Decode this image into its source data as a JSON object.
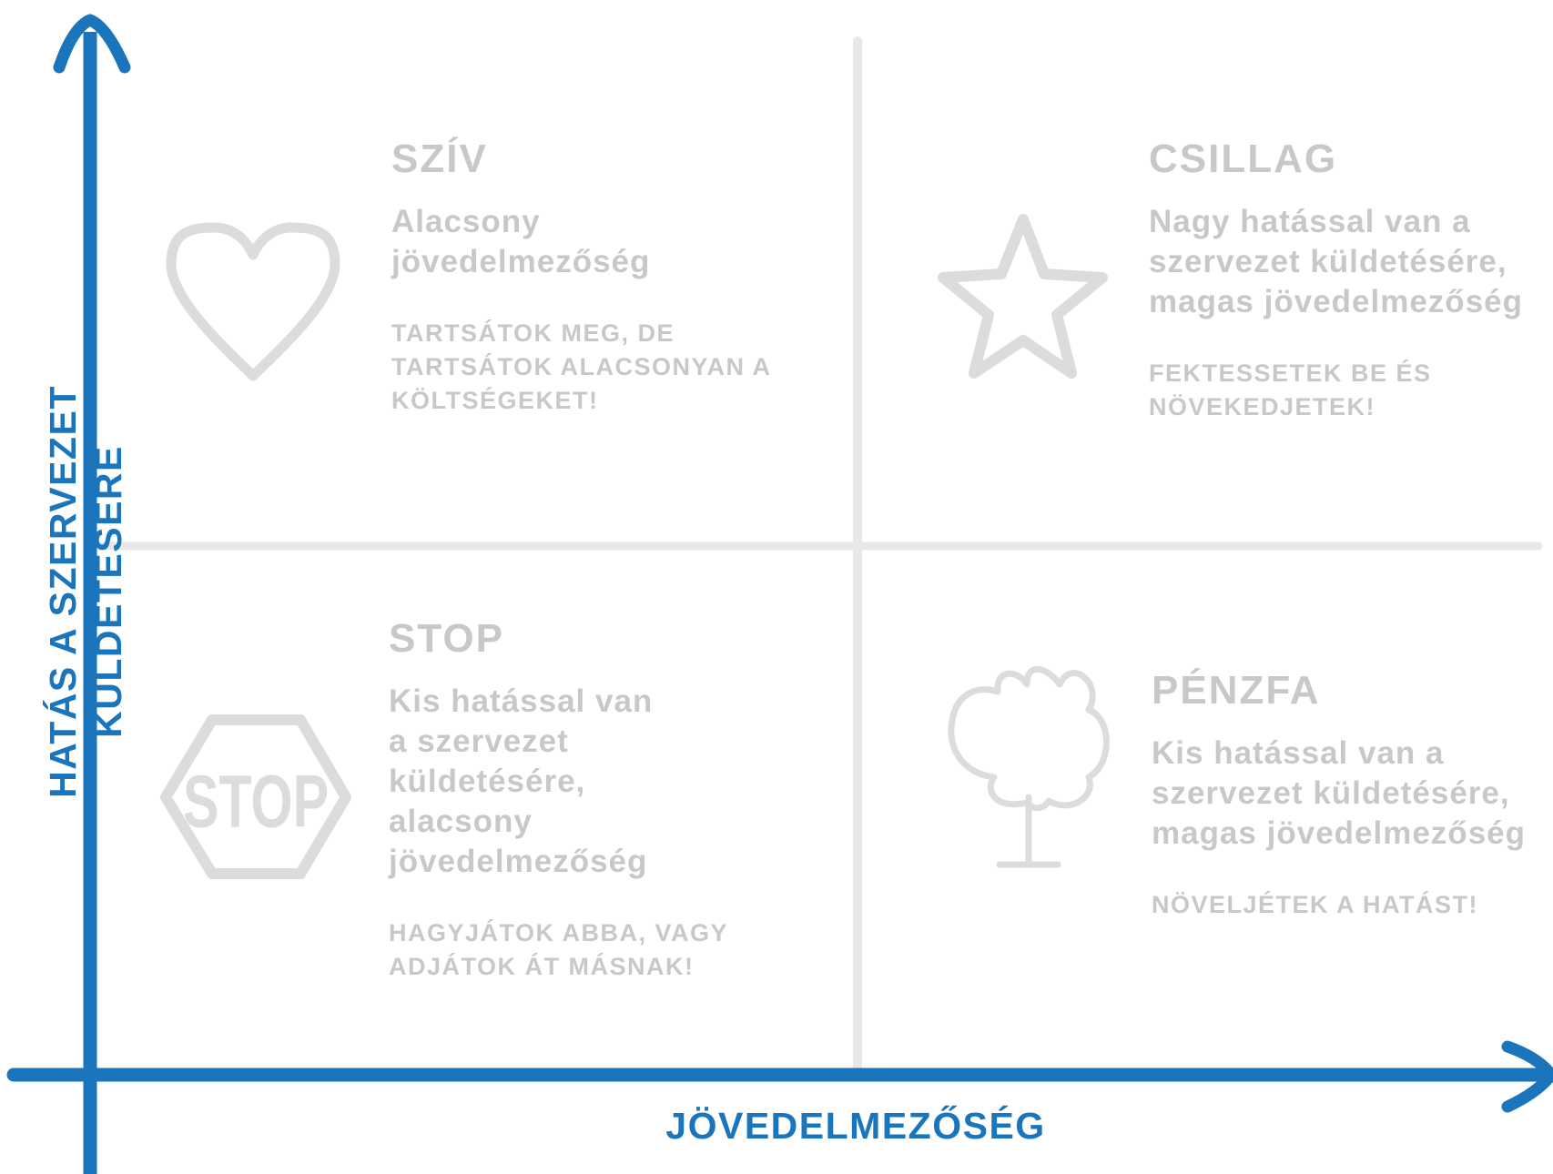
{
  "axes": {
    "x_label": "JÖVEDELMEZŐSÉG",
    "y_label": "HATÁS A SZERVEZET KÜLDETÉSÉRE",
    "color": "#1a75bc"
  },
  "quadrants": {
    "top_left": {
      "icon": "heart-icon",
      "title": "SZÍV",
      "description": "Alacsony jövedelmezőség",
      "action": "TARTSÁTOK MEG, DE TARTSÁTOK ALACSONYAN A KÖLTSÉGEKET!"
    },
    "top_right": {
      "icon": "star-icon",
      "title": "CSILLAG",
      "description": "Nagy hatással van a szervezet küldetésére, magas jövedelmezőség",
      "action": "FEKTESSETEK BE ÉS NÖVEKEDJETEK!"
    },
    "bottom_left": {
      "icon": "stop-sign-icon",
      "icon_text": "STOP",
      "title": "STOP",
      "description": "Kis hatással van a szervezet küldetésére, alacsony jövedelmezőség",
      "action": "HAGYJÁTOK ABBA, VAGY ADJÁTOK ÁT MÁSNAK!"
    },
    "bottom_right": {
      "icon": "tree-icon",
      "title": "PÉNZFA",
      "description": "Kis hatással van a szervezet küldetésére, magas jövedelmezőség",
      "action": "NÖVELJÉTEK A HATÁST!"
    }
  },
  "colors": {
    "text_gray": "#c8c8ca",
    "divider_gray": "#e8e8ea",
    "icon_gray": "#dcdcde"
  }
}
